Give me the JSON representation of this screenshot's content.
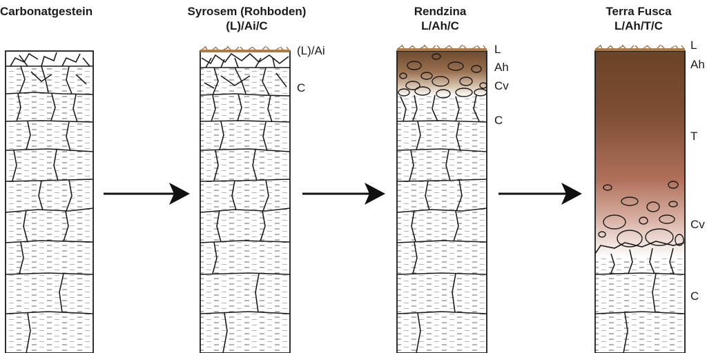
{
  "stages": [
    {
      "title": "Carbonatgestein",
      "subtitle": ""
    },
    {
      "title": "Syrosem (Rohboden)",
      "subtitle": "(L)/Ai/C"
    },
    {
      "title": "Rendzina",
      "subtitle": "L/Ah/C"
    },
    {
      "title": "Terra Fusca",
      "subtitle": "L/Ah/T/C"
    }
  ],
  "horizons": {
    "syrosem": [
      "(L)/Ai",
      "C"
    ],
    "rendzina": [
      "L",
      "Ah",
      "Cv",
      "C"
    ],
    "terra_fusca": [
      "L",
      "Ah",
      "T",
      "Cv",
      "C"
    ]
  },
  "colors": {
    "litter": "#b07a45",
    "humus_dark": "#6b4326",
    "terra_red": "#b0705a",
    "rock_line": "#1a1a1a"
  }
}
